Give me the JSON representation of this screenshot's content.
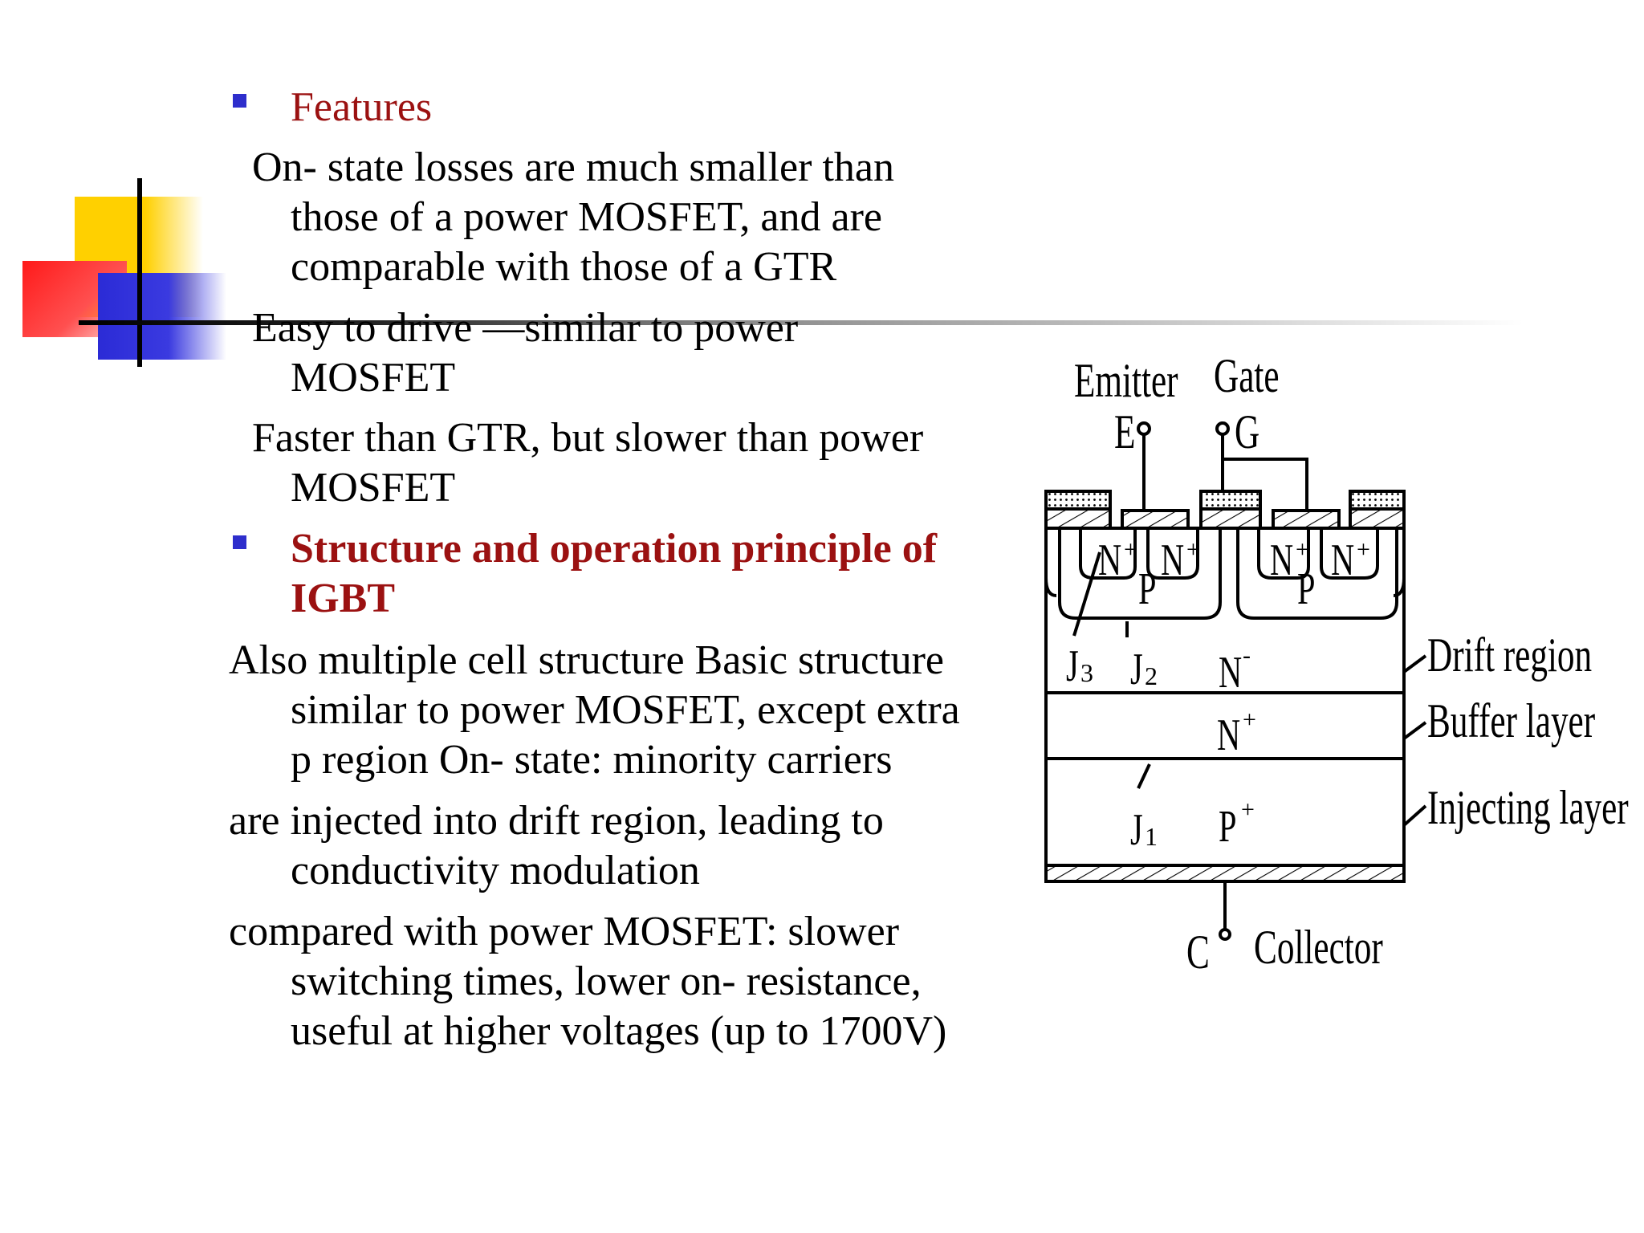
{
  "slide": {
    "features_heading": "Features",
    "feature_1_line_1": "On- state losses are much smaller than",
    "feature_1_line_2": "those of a power MOSFET, and are",
    "feature_1_line_3": "comparable with those of a GTR",
    "feature_2_line_1": "Easy to drive —similar to power",
    "feature_2_line_2": "MOSFET",
    "feature_3_line_1": "Faster than GTR, but slower than power",
    "feature_3_line_2": "MOSFET",
    "structure_heading_line_1": "Structure and operation principle of",
    "structure_heading_line_2": "IGBT",
    "para_1_line_1": "Also multiple cell structure Basic structure",
    "para_1_line_2": "similar to power MOSFET, except extra",
    "para_1_line_3": "p region On- state: minority carriers",
    "para_2_line_1": "are injected into drift region, leading to",
    "para_2_line_2": "conductivity modulation",
    "para_3_line_1": "compared with power MOSFET: slower",
    "para_3_line_2": "switching times, lower on- resistance,",
    "para_3_line_3": "useful at higher voltages (up to 1700V)"
  },
  "diagram": {
    "emitter": "Emitter",
    "gate": "Gate",
    "e": "E",
    "g": "G",
    "n": "N",
    "p": "P",
    "plus": "+",
    "minus": "-",
    "j": "J",
    "j3_sub": "3",
    "j2_sub": "2",
    "j1_sub": "1",
    "c": "C",
    "collector": "Collector",
    "drift_region": "Drift region",
    "buffer_layer": "Buffer layer",
    "injecting_layer": "Injecting layer"
  },
  "colors": {
    "heading": "#9b1111",
    "bullet": "#2e2ecc",
    "accent_yellow": "#ffd000",
    "accent_red": "#ff1a1a",
    "accent_blue": "#2b2bd6"
  }
}
